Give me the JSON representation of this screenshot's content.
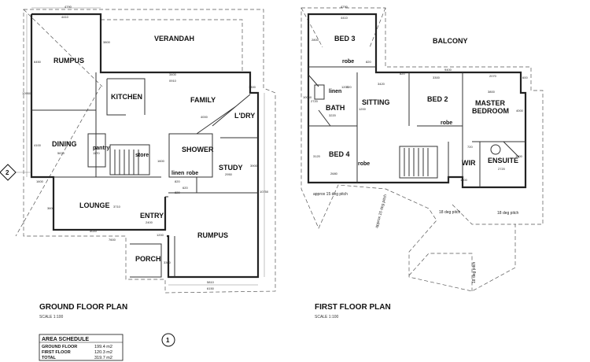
{
  "ground_floor": {
    "title": "GROUND FLOOR PLAN",
    "scale": "SCALE 1:100",
    "rooms": {
      "rumpus_upper": "RUMPUS",
      "verandah": "VERANDAH",
      "kitchen": "KITCHEN",
      "family": "FAMILY",
      "laundry": "L'DRY",
      "dining": "DINING",
      "shower": "SHOWER",
      "study": "STUDY",
      "lounge": "LOUNGE",
      "entry": "ENTRY",
      "rumpus_lower": "RUMPUS",
      "porch": "PORCH",
      "pantry": "pantry",
      "store": "store",
      "linen": "linen",
      "robe": "robe"
    },
    "dimensions": {
      "top_width": "4790",
      "rumpus_width": "4410",
      "verandah_depth": "3800",
      "rumpus_depth": "6450",
      "left_depth": "10950",
      "family_width": "3400",
      "family_sub": "0910",
      "laundry_w": "1300",
      "family_depth": "4000",
      "dining_depth": "4100",
      "dining_width": "5670",
      "pantry": "1170",
      "store": "1600",
      "dining_bottom": "1600",
      "study_width": "2950",
      "study_depth": "3900",
      "right_depth": "10750",
      "lounge_depth": "3710",
      "lounge_width": "5020",
      "entry": "2400",
      "entry_side": "1200",
      "lounge_left": "3600",
      "bottom_width": "7600",
      "shower_a": "820",
      "shower_b": "620",
      "shower_c": "820",
      "rumpus_bottom": "5810",
      "overall_bottom": "6150",
      "porch_side": "3300"
    },
    "markers": {
      "section_left": "2",
      "section_bottom": "1"
    }
  },
  "first_floor": {
    "title": "FIRST FLOOR PLAN",
    "scale": "SCALE 1:100",
    "rooms": {
      "bed3": "BED 3",
      "balcony": "BALCONY",
      "sitting": "SITTING",
      "bed2": "BED 2",
      "master": "MASTER",
      "master2": "BEDROOM",
      "bath": "BATH",
      "bed4": "BED 4",
      "wir": "WIR",
      "ensuite": "ENSUITE",
      "robe_top": "robe",
      "linen": "linen",
      "robe_b2": "robe",
      "robe_b4": "robe"
    },
    "dimensions": {
      "top_outer": "4790",
      "bed3_width": "4410",
      "bed3_side": "2800",
      "bed3_door": "820",
      "balcony_width": "9400",
      "sitting_width": "3420",
      "bed2_width": "3300",
      "bed2_door": "820",
      "master_width": "3800",
      "master_door": "2070",
      "master_side": "4000",
      "bath_side": "2720",
      "bath_w": "3220",
      "bath_door": "720",
      "robe_w": "1200",
      "bed4_depth": "3120",
      "bed4_width": "2680",
      "wir_w": "720",
      "ensuite_w": "2720",
      "ens_side": "1800",
      "wir_bottom": "1600",
      "left_depth": "10050",
      "right_r": "600",
      "bath_side2": "1200"
    },
    "notes": {
      "pitch_a": "approx 15 deg pitch",
      "pitch_b": "approx 15 deg pitch",
      "pitch_c": "18 deg pitch",
      "pitch_d": "18 deg pitch",
      "pitch_e": "18 deg pitch"
    }
  },
  "area_schedule": {
    "title": "AREA SCHEDULE",
    "rows": [
      {
        "label": "GROUND FLOOR",
        "value": "199.4 m2"
      },
      {
        "label": "FIRST FLOOR",
        "value": "120.3 m2"
      },
      {
        "label": "TOTAL",
        "value": "319.7 m2"
      }
    ]
  }
}
